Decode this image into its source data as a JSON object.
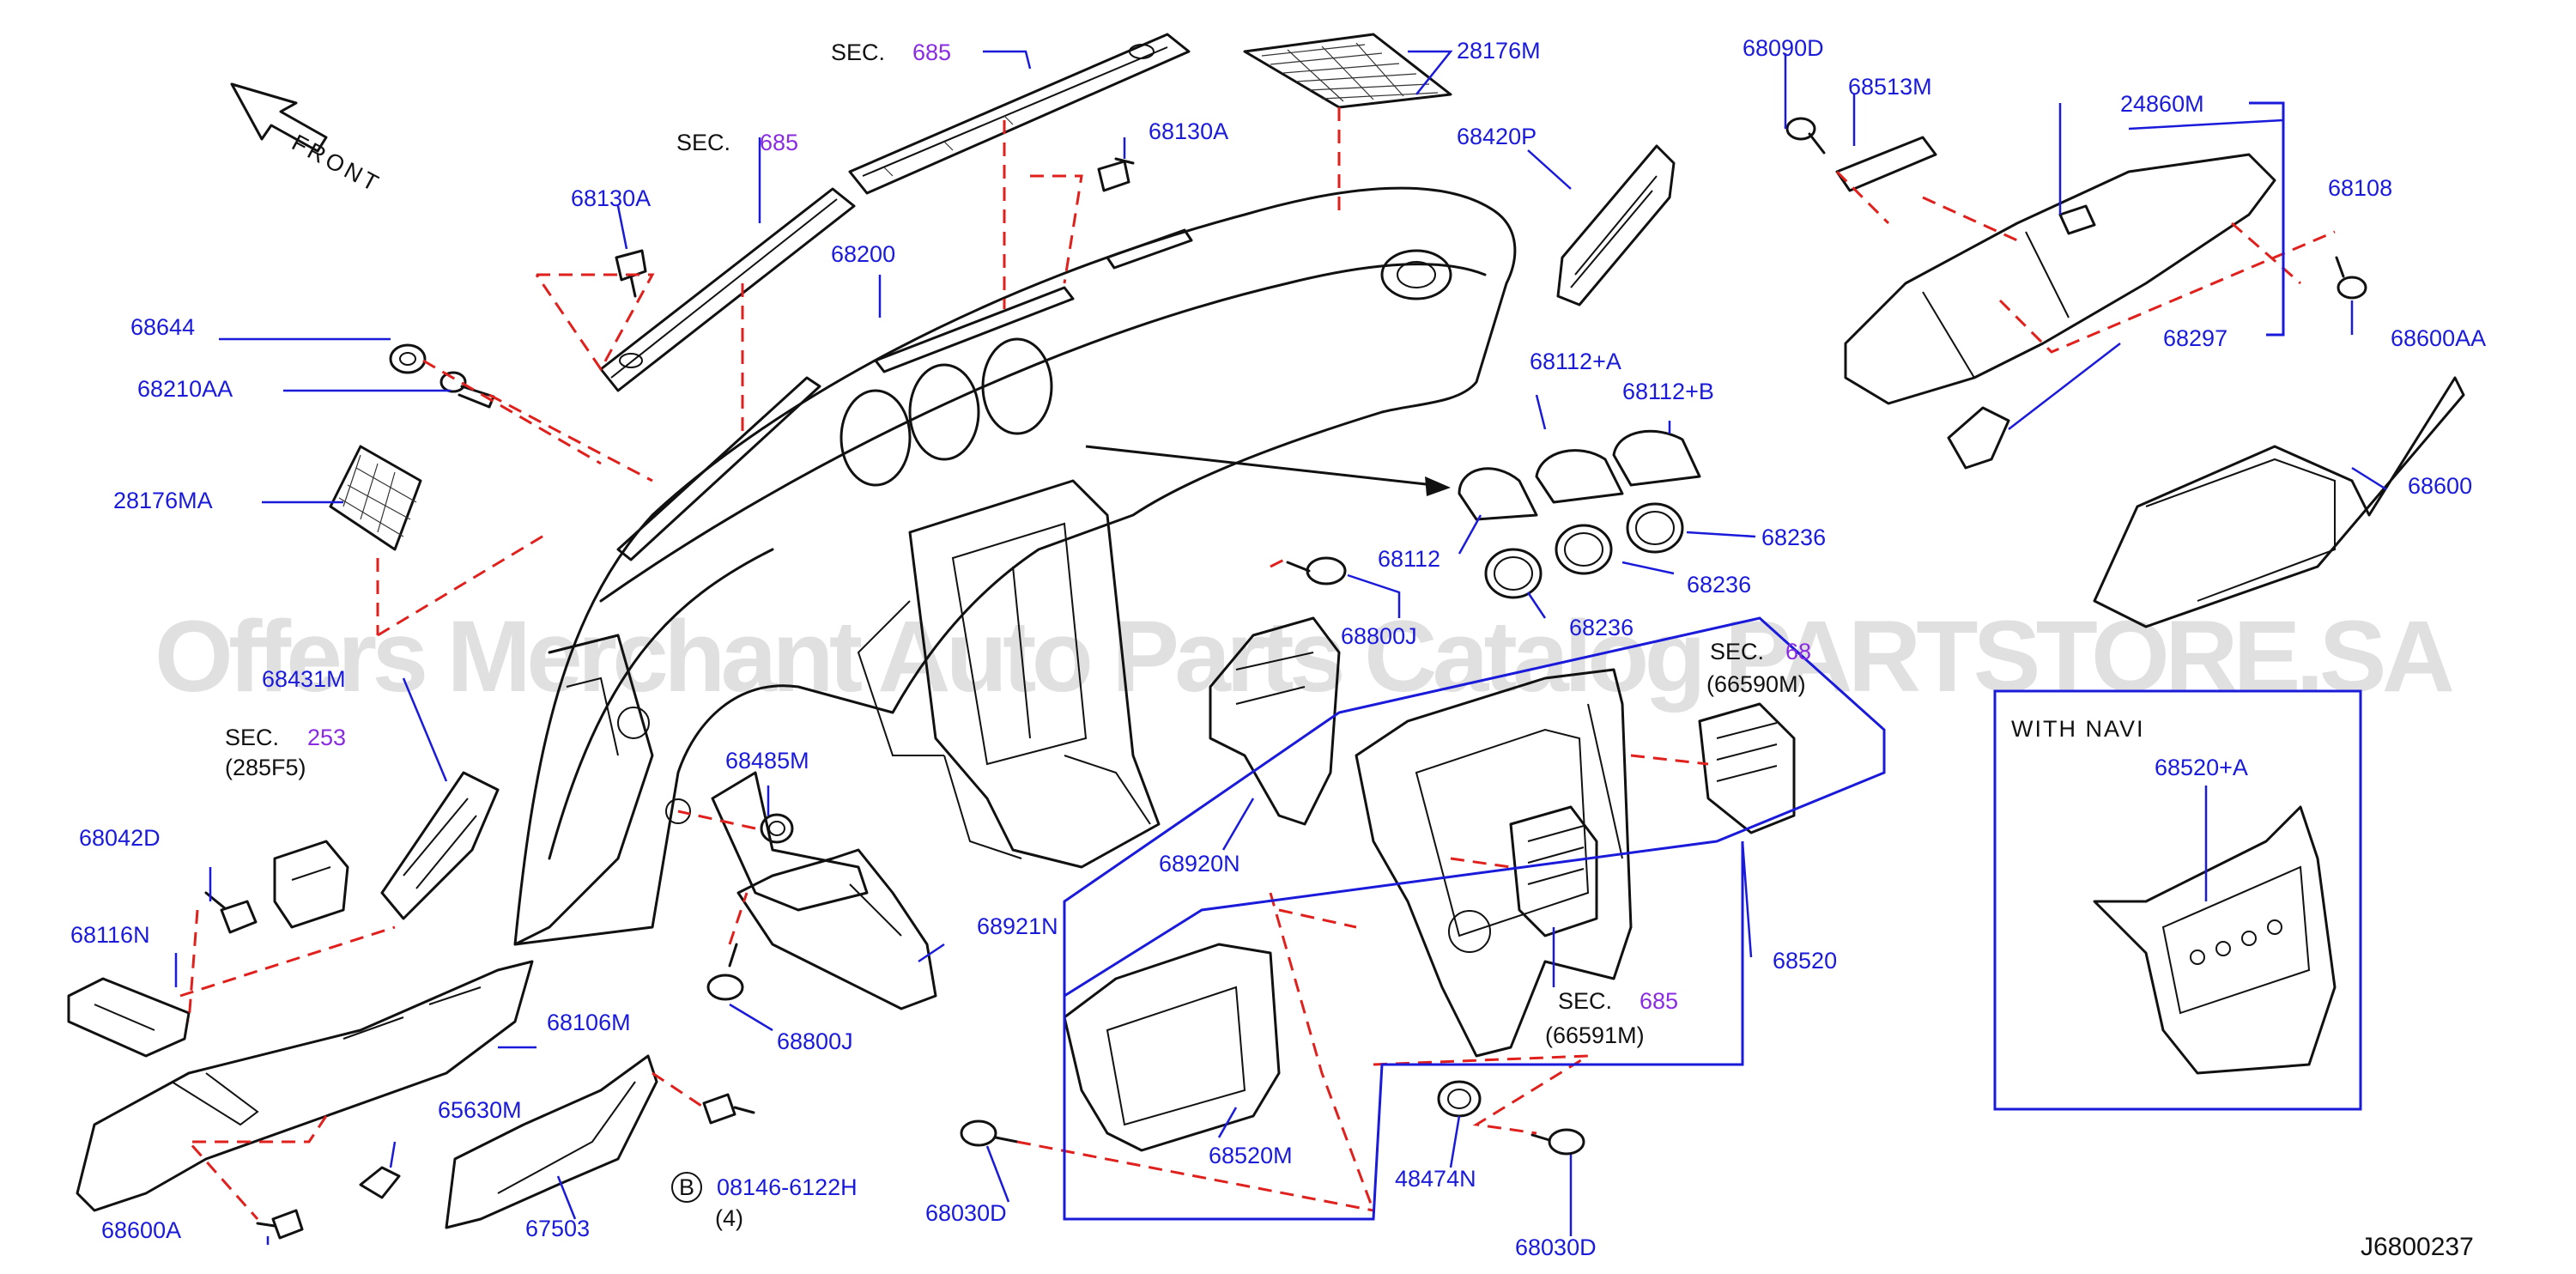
{
  "watermark": "Offers Merchant Auto Parts Catalog PARTSTORE.SA",
  "front_label": "FRONT",
  "figure_code": "J6800237",
  "with_navi": {
    "title": "WITH NAVI",
    "part": "68520+A"
  },
  "section_refs": [
    {
      "prefix": "SEC.",
      "num": "685"
    },
    {
      "prefix": "SEC.",
      "num": "685"
    },
    {
      "prefix": "SEC.",
      "num": "253",
      "sub": "(285F5)"
    },
    {
      "prefix": "SEC.",
      "num": "68",
      "sub": "(66590M)"
    },
    {
      "prefix": "SEC.",
      "num": "685",
      "sub": "(66591M)"
    }
  ],
  "bolt_note": {
    "circle": "B",
    "part": "08146-6122H",
    "qty": "(4)"
  },
  "parts": [
    "68130A",
    "68130A",
    "28176M",
    "68420P",
    "68200",
    "68644",
    "68210AA",
    "28176MA",
    "68431M",
    "68042D",
    "68116N",
    "68106M",
    "65630M",
    "68600A",
    "67503",
    "68485M",
    "68800J",
    "68921N",
    "68920N",
    "68800J",
    "68112+A",
    "68112+B",
    "68112",
    "68236",
    "68236",
    "68236",
    "68520M",
    "68030D",
    "48474N",
    "68030D",
    "68520",
    "68090D",
    "68513M",
    "24860M",
    "68108",
    "68600AA",
    "68297",
    "68600"
  ]
}
